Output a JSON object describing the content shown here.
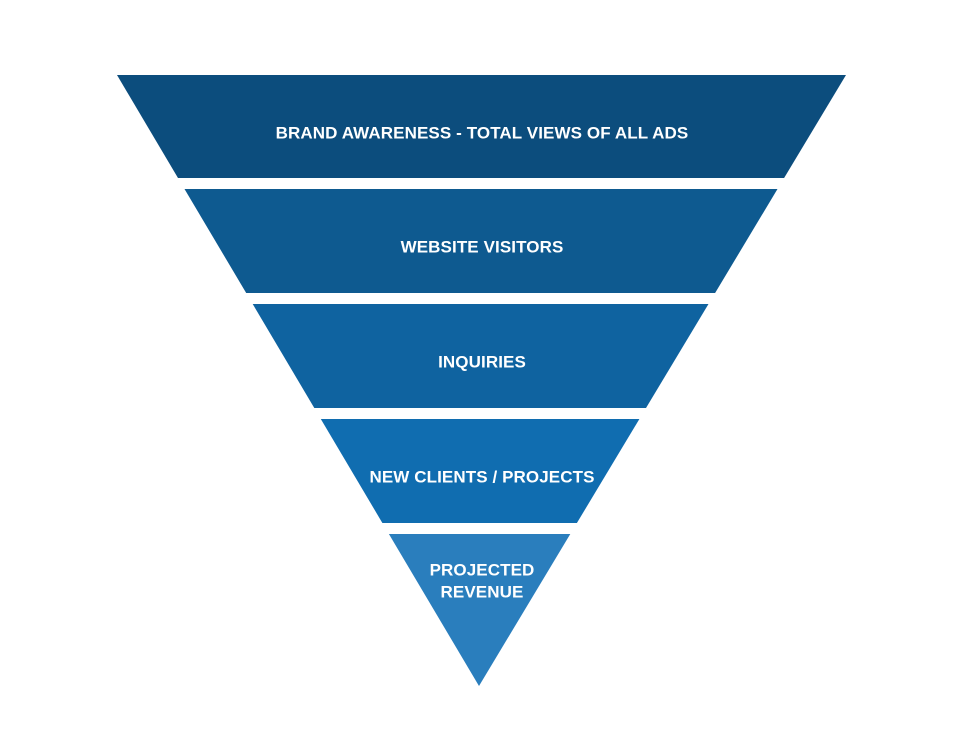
{
  "funnel": {
    "stages": [
      {
        "id": "brand-awareness",
        "lines": [
          "BRAND AWARENESS - TOTAL VIEWS OF ALL ADS"
        ],
        "color": "#0c4d7d"
      },
      {
        "id": "website-visitors",
        "lines": [
          "WEBSITE VISITORS"
        ],
        "color": "#0e5a90"
      },
      {
        "id": "inquiries",
        "lines": [
          "INQUIRIES"
        ],
        "color": "#0f63a0"
      },
      {
        "id": "new-clients-projects",
        "lines": [
          "NEW CLIENTS / PROJECTS"
        ],
        "color": "#106db0"
      },
      {
        "id": "projected-revenue",
        "lines": [
          "PROJECTED",
          "REVENUE"
        ],
        "color": "#2a7ebd"
      }
    ]
  }
}
